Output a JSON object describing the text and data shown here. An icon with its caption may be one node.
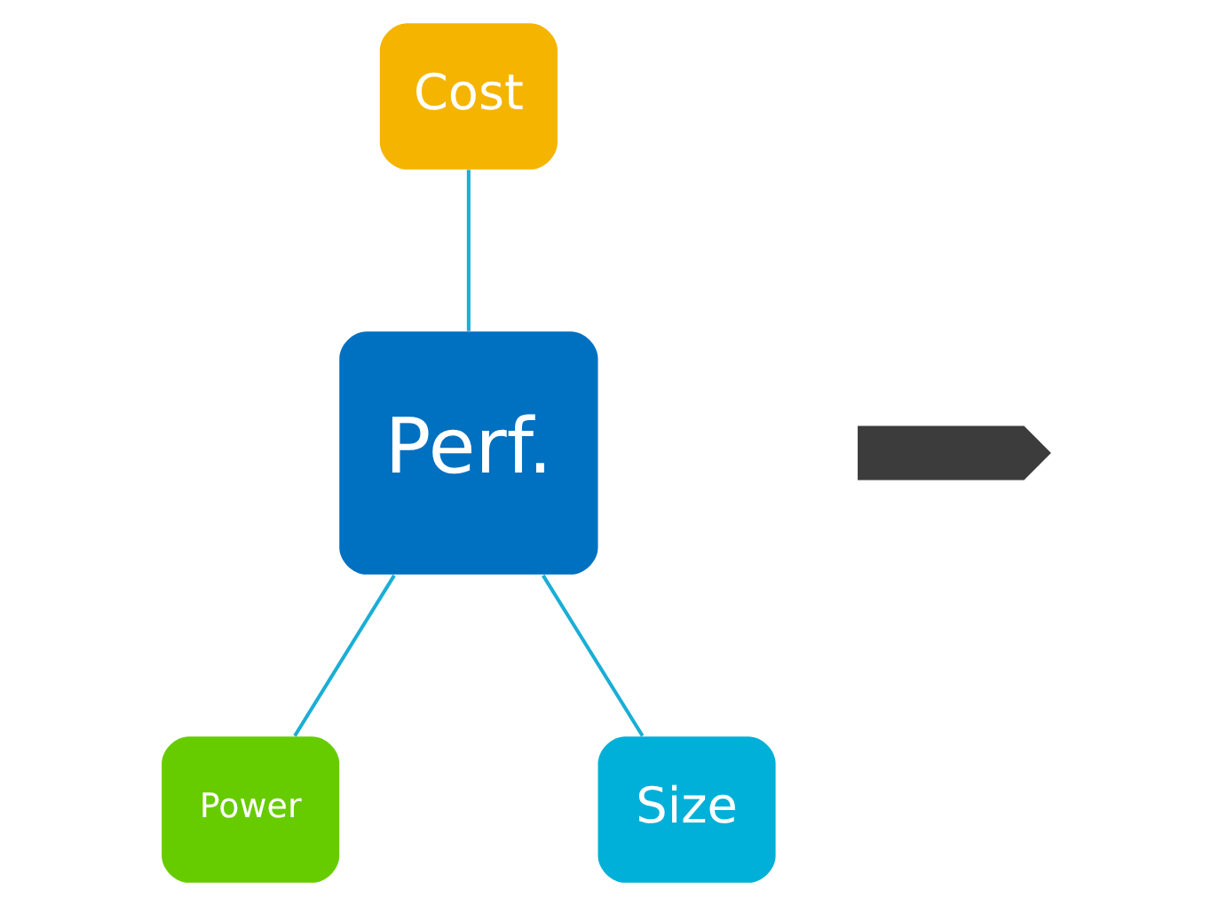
{
  "diagram": {
    "nodes": [
      {
        "text": [
          "Cost"
        ]
      },
      {
        "text": [
          "Perf."
        ]
      },
      {
        "text": [
          "Power"
        ]
      },
      {
        "text": [
          "Size"
        ]
      },
      {
        "text": [],
        "shape": "chevron"
      }
    ],
    "edges": [
      {
        "from": 0,
        "to": 1,
        "arrow": "none"
      },
      {
        "from": 1,
        "to": 2,
        "arrow": "none"
      },
      {
        "from": 1,
        "to": 3,
        "arrow": "none"
      }
    ]
  }
}
